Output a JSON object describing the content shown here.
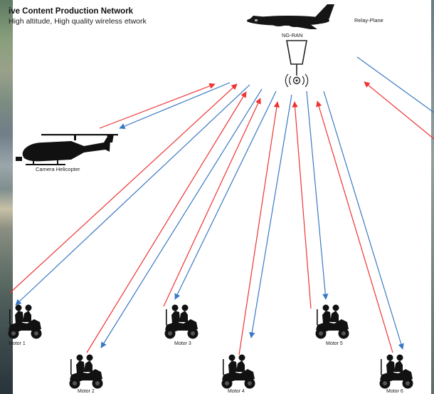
{
  "header": {
    "title": "ive Content Production Network",
    "subtitle": "High altitude, High quality wireless etwork"
  },
  "nodes": {
    "relay_plane": "Relay-Plane",
    "ng_ran": "NG-RAN",
    "camera_helicopter": "Camera Helicopter"
  },
  "motors": [
    {
      "label": "Motor 1"
    },
    {
      "label": "Motor 2"
    },
    {
      "label": "Motor 3"
    },
    {
      "label": "Motor 4"
    },
    {
      "label": "Motor 5"
    },
    {
      "label": "Motor 6"
    }
  ],
  "link_colors": {
    "uplink": "#ee3333",
    "downlink": "#3a78c4"
  }
}
